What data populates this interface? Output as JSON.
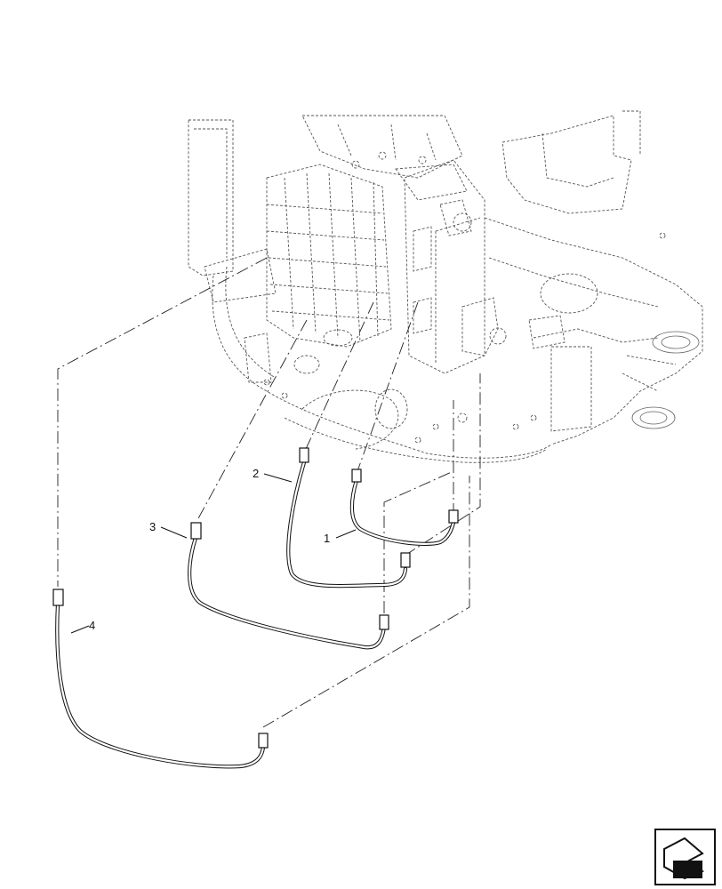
{
  "callouts": [
    {
      "id": "1",
      "label": "1"
    },
    {
      "id": "2",
      "label": "2"
    },
    {
      "id": "3",
      "label": "3"
    },
    {
      "id": "4",
      "label": "4"
    }
  ],
  "nav_icon": {
    "name": "next-page-arrow-icon"
  }
}
